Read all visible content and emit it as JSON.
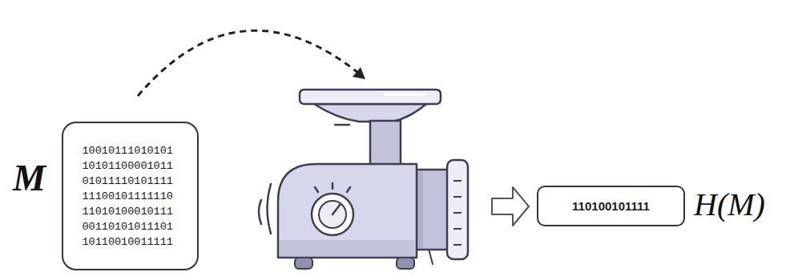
{
  "diagram": {
    "nodes": [
      {
        "text": [
          "10010111010101 10101100001011 01011110101111 11100101111110 11010100010111 00110101011101 10110010011111"
        ]
      },
      {
        "text": [
          "110100101111"
        ]
      }
    ],
    "labels": [
      "M",
      "H(M)"
    ]
  }
}
